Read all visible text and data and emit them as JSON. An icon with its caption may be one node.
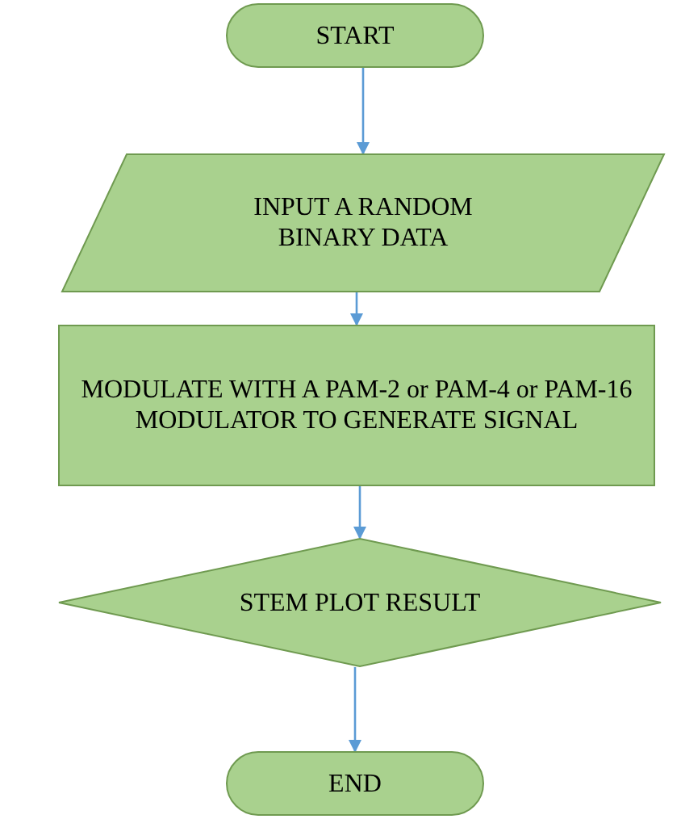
{
  "diagram": {
    "nodes": [
      {
        "text": [
          "START"
        ]
      },
      {
        "text": [
          "INPUT A RANDOM BINARY DATA"
        ]
      },
      {
        "text": [
          "MODULATE WITH A PAM-2 or PAM-4 or PAM-16  MODULATOR TO GENERATE  SIGNAL"
        ]
      },
      {
        "text": [
          "STEM PLOT RESULT"
        ]
      },
      {
        "text": [
          "END"
        ]
      }
    ],
    "edges": [
      {
        "from": 0,
        "to": 1,
        "arrow": "to"
      },
      {
        "from": 1,
        "to": 2,
        "arrow": "to"
      },
      {
        "from": 2,
        "to": 3,
        "arrow": "to"
      },
      {
        "from": 3,
        "to": 4,
        "arrow": "to"
      }
    ]
  }
}
